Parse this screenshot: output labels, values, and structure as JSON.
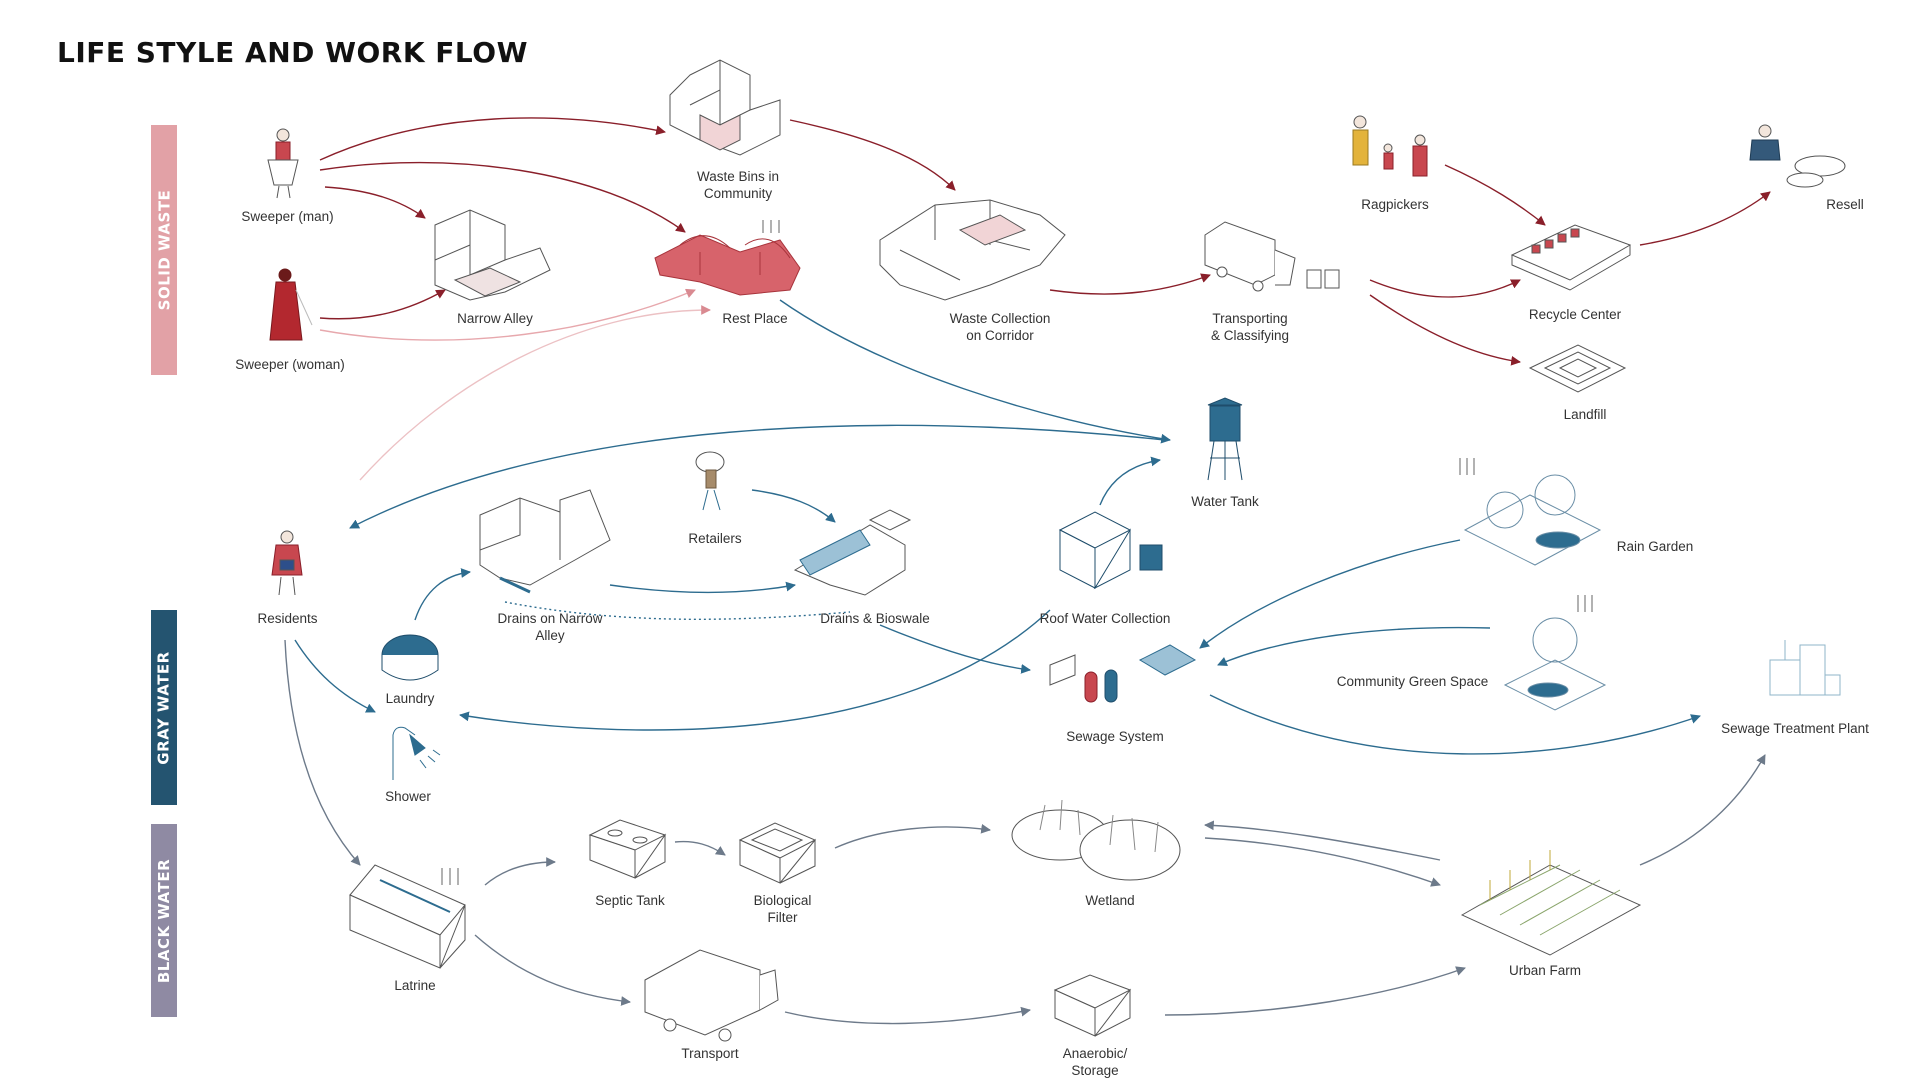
{
  "title": "LIFE STYLE AND WORK FLOW",
  "colors": {
    "solid": "#e2a1a6",
    "gray": "#245470",
    "black": "#8f8aa3",
    "red": "#c8474f",
    "redDark": "#8a1f2a",
    "blue": "#2d6c8f",
    "grayLine": "#8a8a8a"
  },
  "bands": [
    {
      "id": "solid",
      "label": "SOLID WASTE"
    },
    {
      "id": "gray",
      "label": "GRAY WATER"
    },
    {
      "id": "black",
      "label": "BLACK WATER"
    }
  ],
  "nodes": {
    "sweeper_man": "Sweeper (man)",
    "sweeper_woman": "Sweeper (woman)",
    "waste_bins": "Waste Bins in\nCommunity",
    "narrow_alley": "Narrow Alley",
    "rest_place": "Rest Place",
    "waste_collection": "Waste Collection\non Corridor",
    "transporting": "Transporting\n& Classifying",
    "ragpickers": "Ragpickers",
    "recycle_center": "Recycle Center",
    "resell": "Resell",
    "landfill": "Landfill",
    "water_tank": "Water Tank",
    "retailers": "Retailers",
    "residents": "Residents",
    "drains_alley": "Drains on Narrow\nAlley",
    "drains_bioswale": "Drains & Bioswale",
    "roof_water": "Roof Water Collection",
    "rain_garden": "Rain Garden",
    "laundry": "Laundry",
    "community_green": "Community Green Space",
    "sewage_system": "Sewage System",
    "sewage_plant": "Sewage Treatment Plant",
    "shower": "Shower",
    "septic_tank": "Septic Tank",
    "bio_filter": "Biological\nFilter",
    "wetland": "Wetland",
    "latrine": "Latrine",
    "urban_farm": "Urban Farm",
    "transport": "Transport",
    "anaerobic": "Anaerobic/\nStorage"
  }
}
